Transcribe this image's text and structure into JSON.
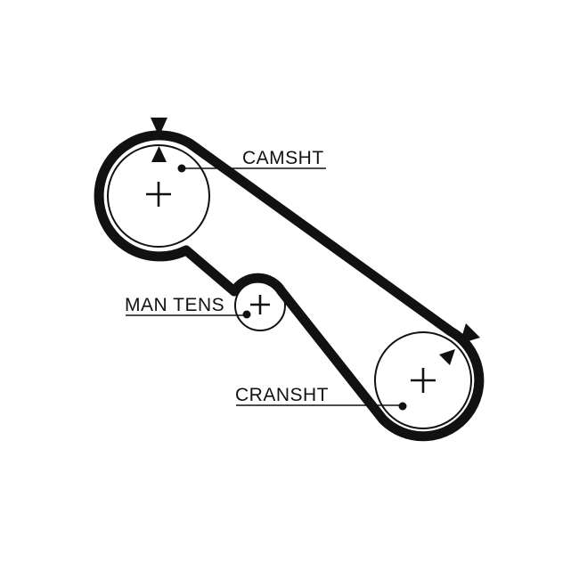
{
  "page": {
    "background_color": "#ffffff",
    "ink_color": "#111111"
  },
  "diagram": {
    "type": "timing-belt-routing-diagram",
    "labels": {
      "camshaft": "CAMSHT",
      "man_tensioner": "MAN TENS",
      "crankshaft": "CRANSHT"
    },
    "icons": {
      "camshaft_alignment": "double-triangle-alignment-marks",
      "crankshaft_alignment": "double-triangle-alignment-marks",
      "pulley_center": "plus-cross",
      "leader_end": "filled-dot"
    }
  }
}
